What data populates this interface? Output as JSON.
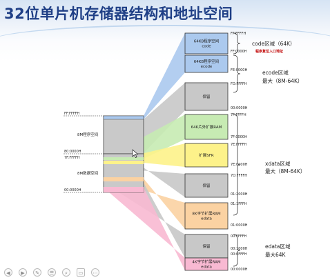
{
  "title": "32位单片机存储器结构和地址空间",
  "left_map": {
    "addr_top": "FF:FFFFH",
    "label_program": "8M程序空间",
    "addr_mid1": "80:0000H",
    "addr_mid2": "7F:FFFFH",
    "label_data": "8M数据空间",
    "addr_bottom": "00:0000H"
  },
  "right_blocks": [
    {
      "lines": [
        "64KB程序空间",
        "code"
      ],
      "color": "#abc9ee"
    },
    {
      "lines": [
        "64KB程序空间",
        "ecode"
      ],
      "color": "#abc9ee"
    },
    {
      "lines": [
        "保留"
      ],
      "color": "#c8c8c8"
    },
    {
      "lines": [
        "64K片外扩展RAM"
      ],
      "color": "#c7ebb3"
    },
    {
      "lines": [
        "扩展SFR"
      ],
      "color": "#fdf28a"
    },
    {
      "lines": [
        "保留"
      ],
      "color": "#c8c8c8"
    },
    {
      "lines": [
        "8K字节扩展RAM",
        "edata"
      ],
      "color": "#fbd2a2"
    },
    {
      "lines": [
        "保留"
      ],
      "color": "#c8c8c8"
    },
    {
      "lines": [
        "4K字节扩展RAM",
        "edata"
      ],
      "color": "#f8b9d2"
    }
  ],
  "addresses": [
    "FF:FFFFH",
    "FF:0000H",
    "FE:0000H",
    "FD:FFFFH",
    "00:0000H",
    "7F:FFFFH",
    "7F:0000H",
    "7E:FFFFH",
    "7E:0000H",
    "7D:FFFFH",
    "01:2000H",
    "01:1FFFH",
    "01:0000H",
    "00:FFFFH",
    "00:1000H",
    "00:0FFFH",
    "00:0000H"
  ],
  "annotations": {
    "code_region": "code区域（64K）",
    "reset_entry": "程序复位入口地址",
    "ecode_region": "ecode区域",
    "ecode_max": "最大（8M-64K）",
    "xdata_region": "xdata区域",
    "xdata_max": "最大（8M-64K）",
    "edata_region": "edata区域",
    "edata_max": "最大64K"
  },
  "colors": {
    "title": "#1f3f86",
    "blue": "#abc9ee",
    "gray": "#c8c8c8",
    "green": "#c7ebb3",
    "yellow": "#fdf28a",
    "orange": "#fbd2a2",
    "pink": "#f8b9d2"
  },
  "toolbar_icons": [
    "arrow-left-icon",
    "arrow-right-icon",
    "pen-icon",
    "menu-icon",
    "zoom-icon",
    "slideshow-icon",
    "more-icon"
  ],
  "toolbar_glyphs": [
    "◀",
    "▶",
    "✎",
    "☰",
    "⌕",
    "▭",
    "⋯"
  ]
}
